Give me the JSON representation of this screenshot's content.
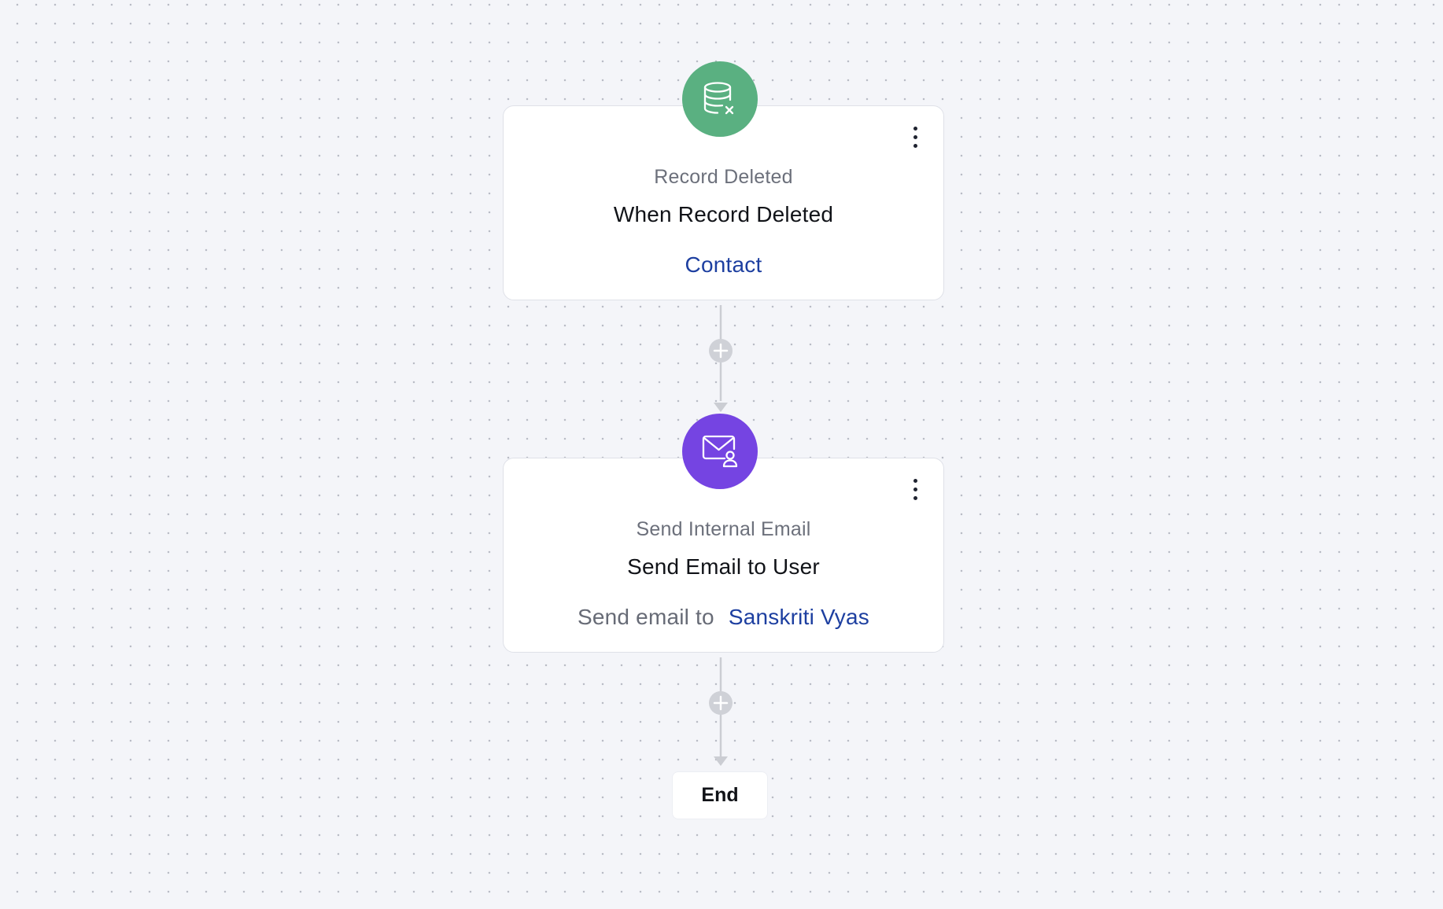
{
  "workflow": {
    "trigger": {
      "icon": "database-delete-icon",
      "icon_color": "#5ab081",
      "type_label": "Record Deleted",
      "title": "When Record Deleted",
      "detail_value": "Contact"
    },
    "action": {
      "icon": "email-user-icon",
      "icon_color": "#7544e2",
      "type_label": "Send Internal Email",
      "title": "Send Email to User",
      "detail_prefix": "Send email to",
      "detail_value": "Sanskriti Vyas"
    },
    "end_label": "End"
  },
  "colors": {
    "link": "#1d3fa0",
    "connector": "#cbcdd3",
    "background": "#f4f5f9"
  }
}
